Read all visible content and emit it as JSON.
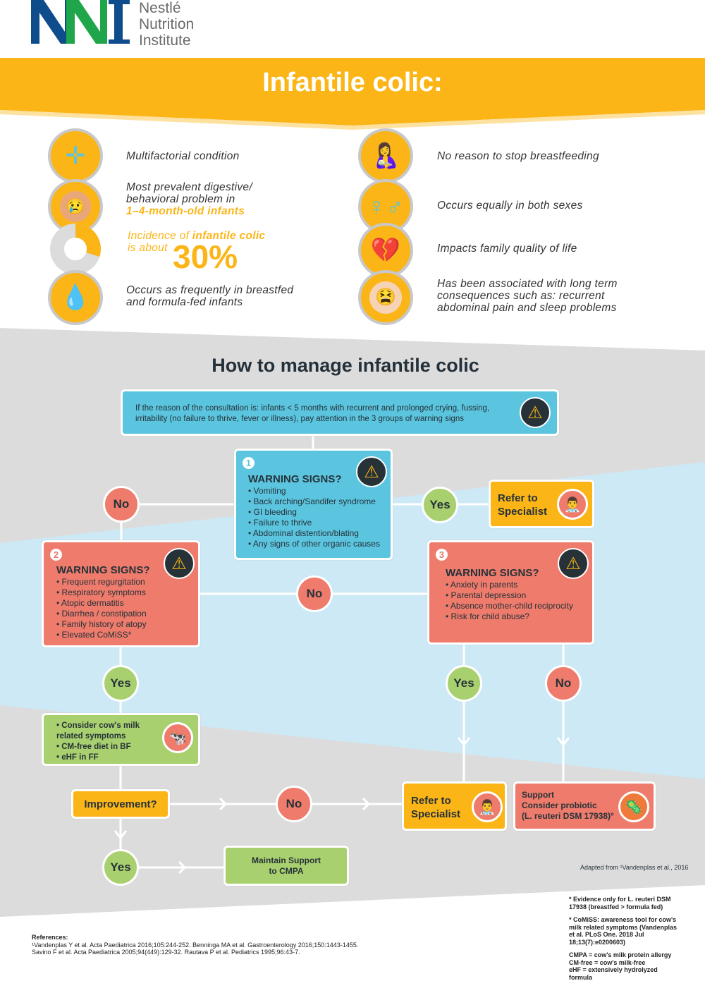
{
  "brand": {
    "logo_letters": "NNI",
    "name_lines": [
      "Nestlé",
      "Nutrition",
      "Institute"
    ],
    "colors": {
      "blue": "#0f4c8c",
      "green": "#1fa64a",
      "yellow": "#fbb517",
      "red": "#ee7b6c",
      "cyan": "#5bc5e0",
      "green_box": "#a9d06f"
    }
  },
  "header": {
    "title": "Infantile colic:"
  },
  "facts_left": [
    {
      "icon": "arrows-inward-icon",
      "text": "Multifactorial condition"
    },
    {
      "icon": "crying-baby-icon",
      "text": "Most prevalent digestive/ behavioral problem in",
      "highlight": "1–4-month-old infants"
    },
    {
      "icon": "donut-chart-icon",
      "text": "Incidence of",
      "highlight": "infantile colic",
      "text2": "is about",
      "big": "30%",
      "incidence_percent": 30
    },
    {
      "icon": "drop-icon",
      "text": "Occurs as frequently in breastfed and formula-fed infants"
    }
  ],
  "facts_right": [
    {
      "icon": "breastfeeding-mother-icon",
      "text": "No reason to stop breastfeeding"
    },
    {
      "icon": "gender-symbols-icon",
      "text": "Occurs equally in both sexes"
    },
    {
      "icon": "broken-heart-icon",
      "text": "Impacts family quality of life"
    },
    {
      "icon": "baby-abdominal-pain-icon",
      "text": "Has been associated with long term consequences such as: recurrent abdominal pain and sleep problems"
    }
  ],
  "manage": {
    "title": "How to manage infantile colic",
    "intro": "If the reason of the consultation is: infants < 5 months with recurrent and prolonged crying, fussing, irritability (no failure to thrive, fever or illness), pay attention in the 3 groups of warning signs",
    "group1": {
      "num": "1",
      "title": "WARNING SIGNS?",
      "items": [
        "Vomiting",
        "Back arching/Sandifer syndrome",
        "GI bleeding",
        "Failure to thrive",
        "Abdominal distention/blating",
        "Any signs of other organic causes"
      ]
    },
    "group2": {
      "num": "2",
      "title": "WARNING SIGNS?",
      "items": [
        "Frequent regurgitation",
        "Respiratory symptoms",
        "Atopic dermatitis",
        "Diarrhea / constipation",
        "Family history of atopy",
        "Elevated CoMiSS*"
      ]
    },
    "group3": {
      "num": "3",
      "title": "WARNING SIGNS?",
      "items": [
        "Anxiety in parents",
        "Parental depression",
        "Absence mother-child reciprocity",
        "Risk for child abuse?"
      ]
    },
    "yes": "Yes",
    "no": "No",
    "refer": [
      "Refer to",
      "Specialist"
    ],
    "cmpa_items": [
      "Consider cow's milk related symptoms",
      "CM-free diet in BF",
      "eHF in FF"
    ],
    "improvement": "Improvement?",
    "support": [
      "Support",
      "Consider probiotic",
      "(L. reuteri DSM 17938)°"
    ],
    "maintain": [
      "Maintain Support",
      "to CMPA"
    ],
    "adapted": "Adapted from ¹Vandenplas et al., 2016"
  },
  "footnotes": [
    "* Evidence only for L. reuteri DSM 17938 (breastfed > formula fed)",
    "* CoMiSS: awareness tool for cow's milk related symptoms (Vandenplas et al. PLoS One. 2018 Jul 18;13(7):e0200603)",
    "CMPA = cow's milk protein allergy",
    "CM-free = cow's milk-free",
    "eHF = extensively hydrolyzed formula"
  ],
  "references": {
    "title": "References:",
    "lines": [
      "¹Vandenplas Y et al. Acta Paediatrica 2016;105:244-252. Benninga MA et al. Gastroenterology 2016;150:1443-1455.",
      "Savino F et al. Acta Paediatrica 2005;94(449):129-32. Rautava P et al. Pediatrics 1995;96:43-7."
    ]
  }
}
